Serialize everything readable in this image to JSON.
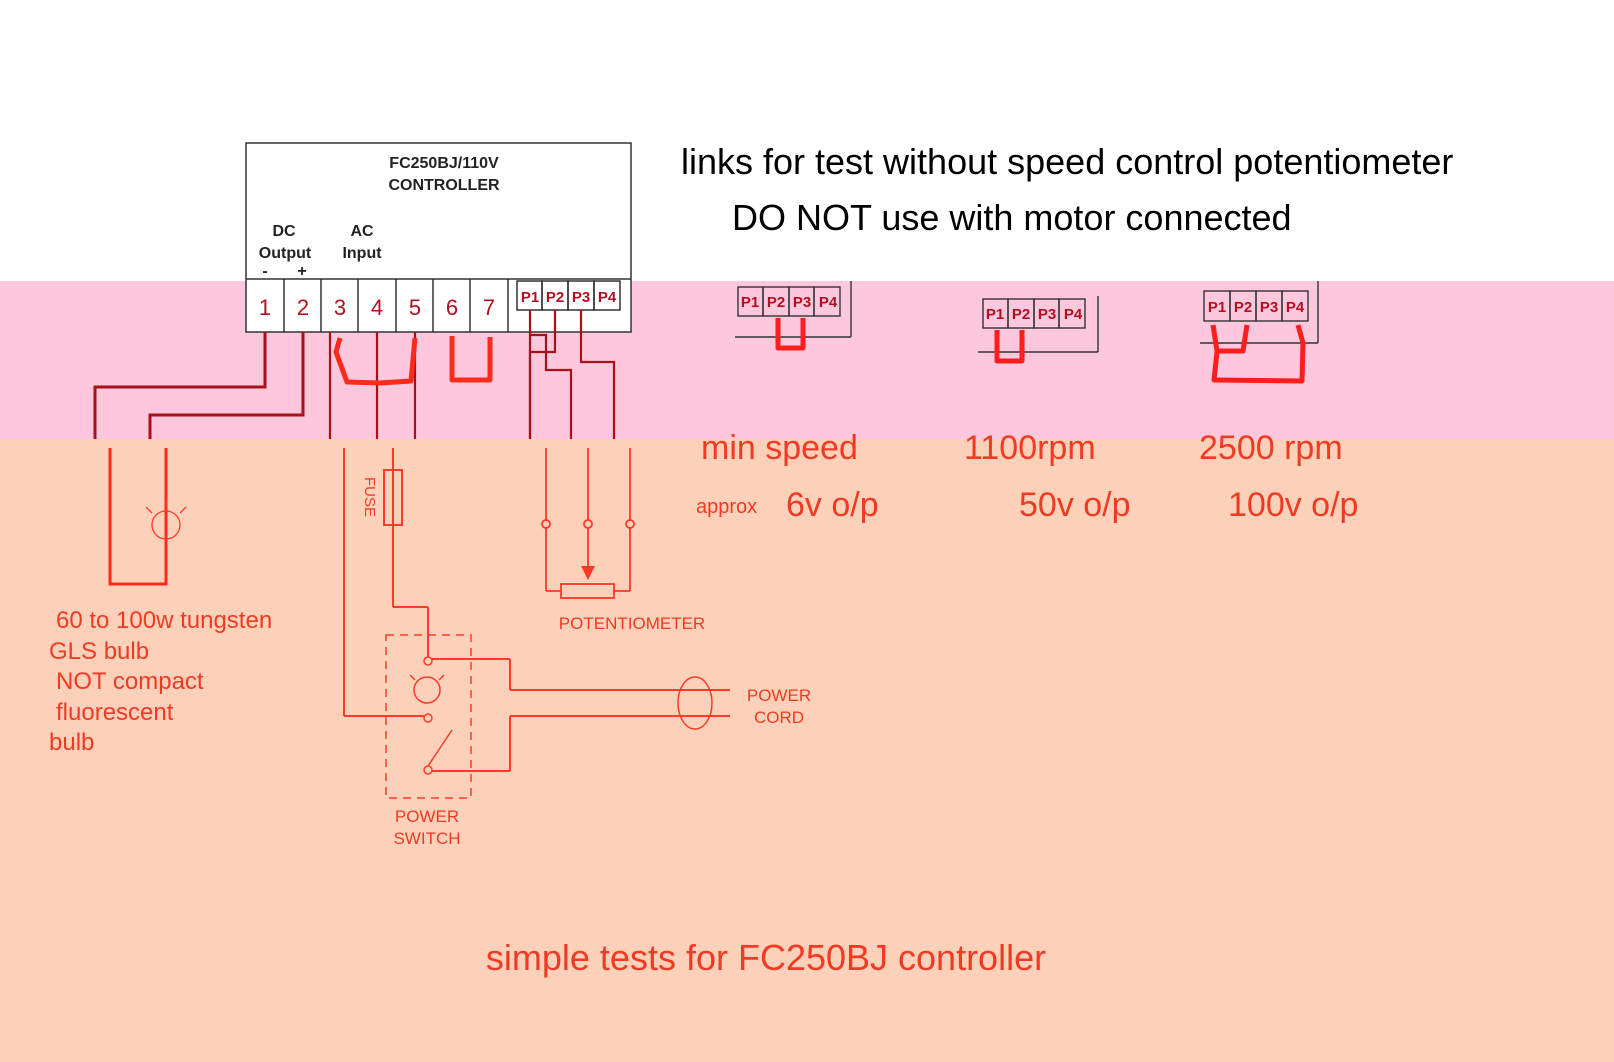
{
  "controller": {
    "model_label": "FC250BJ/110V",
    "controller_label": "CONTROLLER",
    "dc_label": "DC",
    "output_label": "Output",
    "minus_label": "-",
    "plus_label": "+",
    "ac_label": "AC",
    "input_label": "Input",
    "terminals": [
      "1",
      "2",
      "3",
      "4",
      "5",
      "6",
      "7",
      "P1",
      "P2",
      "P3",
      "P4"
    ]
  },
  "heading": {
    "line1": "links for test without speed control potentiometer",
    "line2": "DO NOT use with motor connected"
  },
  "links": [
    {
      "speed": "min speed",
      "output": "6v o/p"
    },
    {
      "speed": "1100rpm",
      "output": "50v o/p"
    },
    {
      "speed": "2500 rpm",
      "output": "100v o/p"
    }
  ],
  "approx_label": "approx",
  "bulb_note": [
    "60 to 100w tungsten",
    "GLS bulb",
    "NOT compact",
    "fluorescent",
    "bulb"
  ],
  "fuse_label": "FUSE",
  "potentiometer_label": "POTENTIOMETER",
  "power_cord": [
    "POWER",
    "CORD"
  ],
  "power_switch": [
    "POWER",
    "SWITCH"
  ],
  "footer": "simple tests for FC250BJ controller",
  "colors": {
    "pink_band": "#fdc8dd",
    "peach_band": "#fdd1b9",
    "red_text": "#f03a24",
    "wire_dark_red": "#a8101a",
    "link_red": "#ff1e1e",
    "line_black": "#222222"
  }
}
